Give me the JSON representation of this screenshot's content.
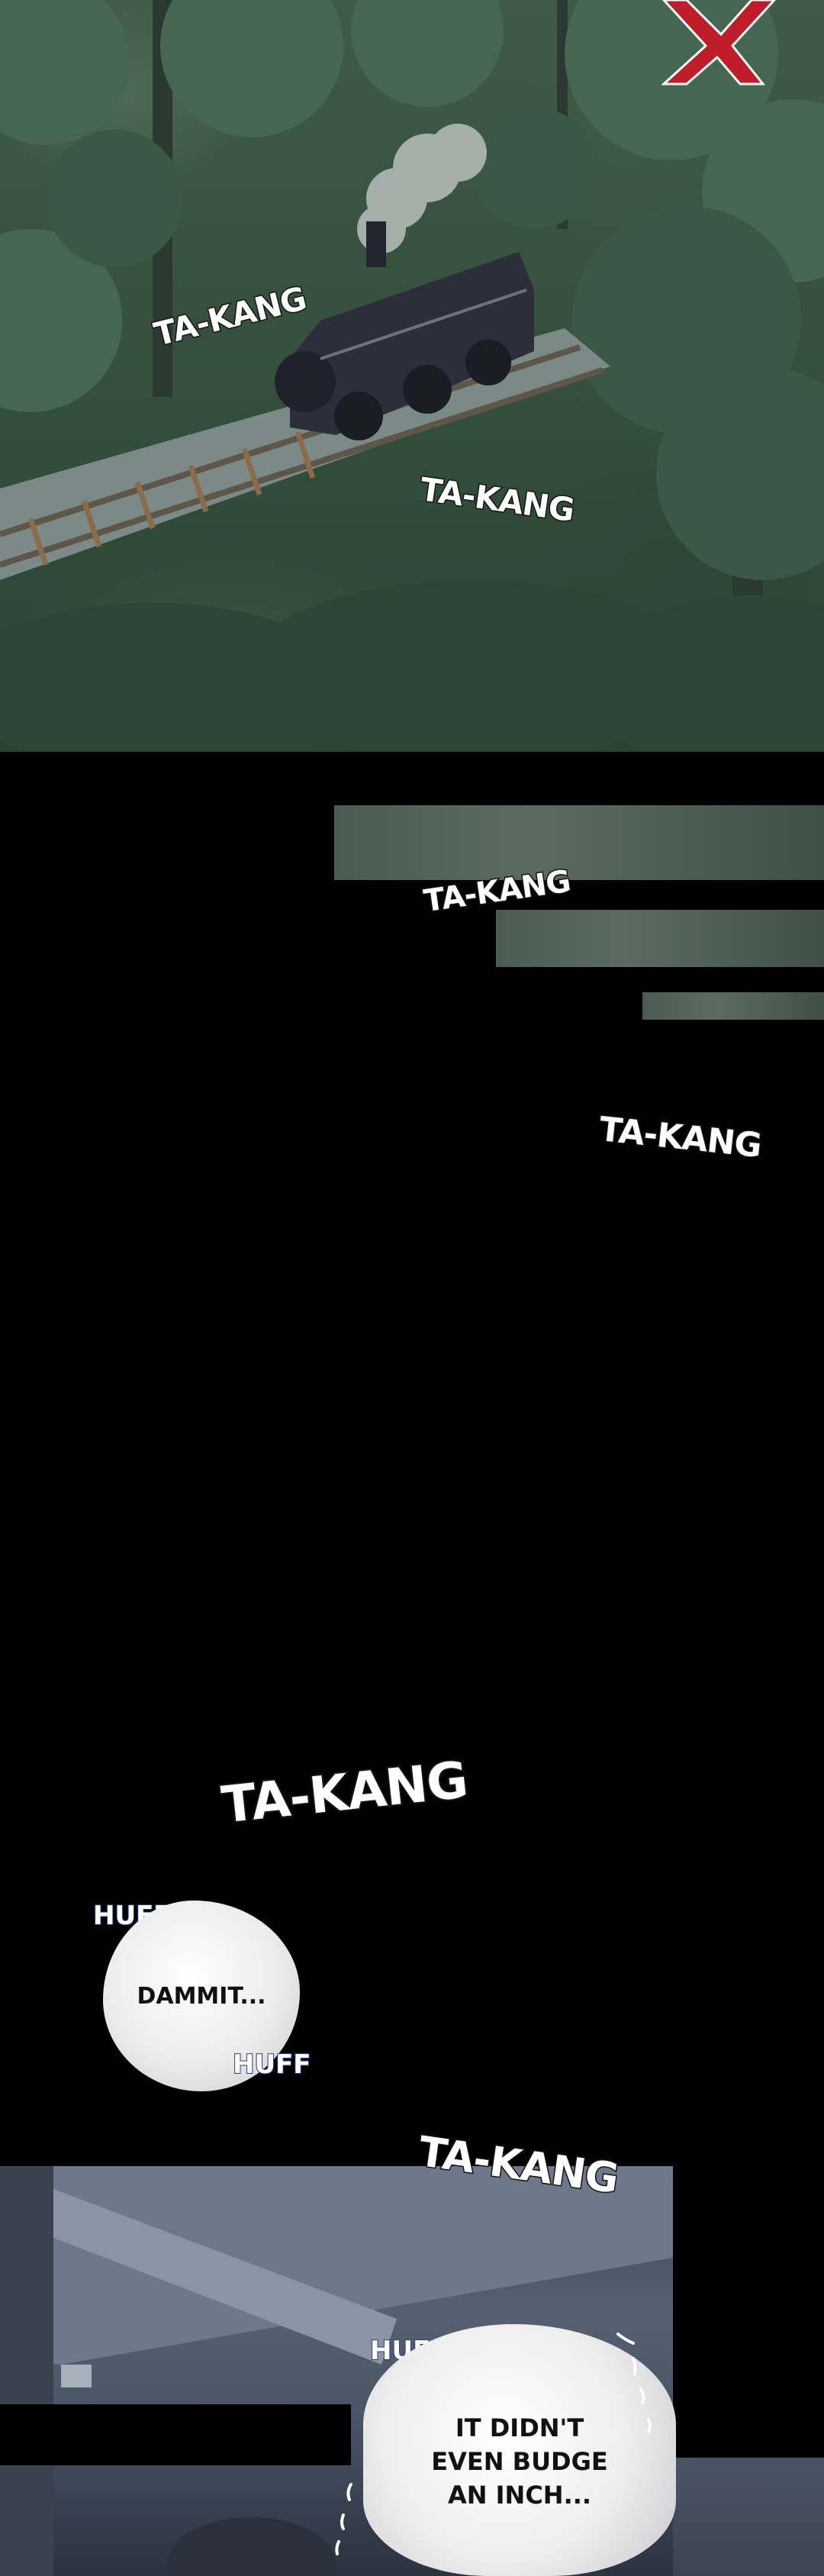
{
  "sfx": {
    "takang": "TA-KANG",
    "huff": "HUFF"
  },
  "dialogue": {
    "dammit": "DAMMIT...",
    "budge_line1": "IT DIDN'T",
    "budge_line2": "EVEN BUDGE",
    "budge_line3": "AN INCH..."
  },
  "colors": {
    "forest": "#3a5542",
    "train": "#2c2f3a",
    "huff_outline": "#2a3a8a",
    "sfx_top_red": "#c01d2a"
  }
}
